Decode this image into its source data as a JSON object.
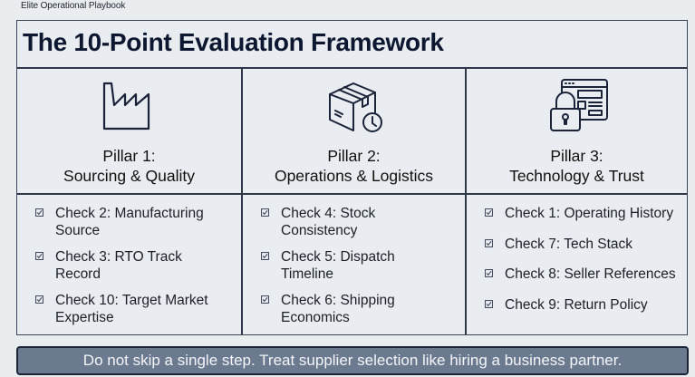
{
  "header": {
    "eyebrow": "Elite Operational Playbook",
    "title": "The 10-Point Evaluation Framework"
  },
  "pillars": [
    {
      "icon": "factory-icon",
      "title_line1": "Pillar 1:",
      "title_line2": "Sourcing & Quality",
      "checks": [
        {
          "line1": "Check 2: Manufacturing",
          "line2": "Source"
        },
        {
          "line1": "Check 3: RTO Track",
          "line2": "Record"
        },
        {
          "line1": "Check 10: Target Market",
          "line2": "Expertise"
        }
      ]
    },
    {
      "icon": "package-clock-icon",
      "title_line1": "Pillar 2:",
      "title_line2": "Operations & Logistics",
      "checks": [
        {
          "line1": "Check 4: Stock",
          "line2": "Consistency"
        },
        {
          "line1": "Check 5: Dispatch",
          "line2": "Timeline"
        },
        {
          "line1": "Check 6: Shipping",
          "line2": "Economics"
        }
      ]
    },
    {
      "icon": "lock-browser-icon",
      "title_line1": "Pillar 3:",
      "title_line2": "Technology & Trust",
      "checks": [
        {
          "line1": "Check 1: Operating History"
        },
        {
          "line1": "Check 7: Tech Stack"
        },
        {
          "line1": "Check 8: Seller References"
        },
        {
          "line1": "Check 9: Return Policy"
        }
      ]
    }
  ],
  "banner": {
    "text": "Do not skip a single step. Treat supplier selection like hiring a business partner."
  },
  "colors": {
    "background": "#eaedf0",
    "border": "#2e3748",
    "title": "#0d1830",
    "banner_fill": "#6c7a90",
    "banner_border": "#1b2538",
    "banner_text": "#f3f5f8"
  }
}
